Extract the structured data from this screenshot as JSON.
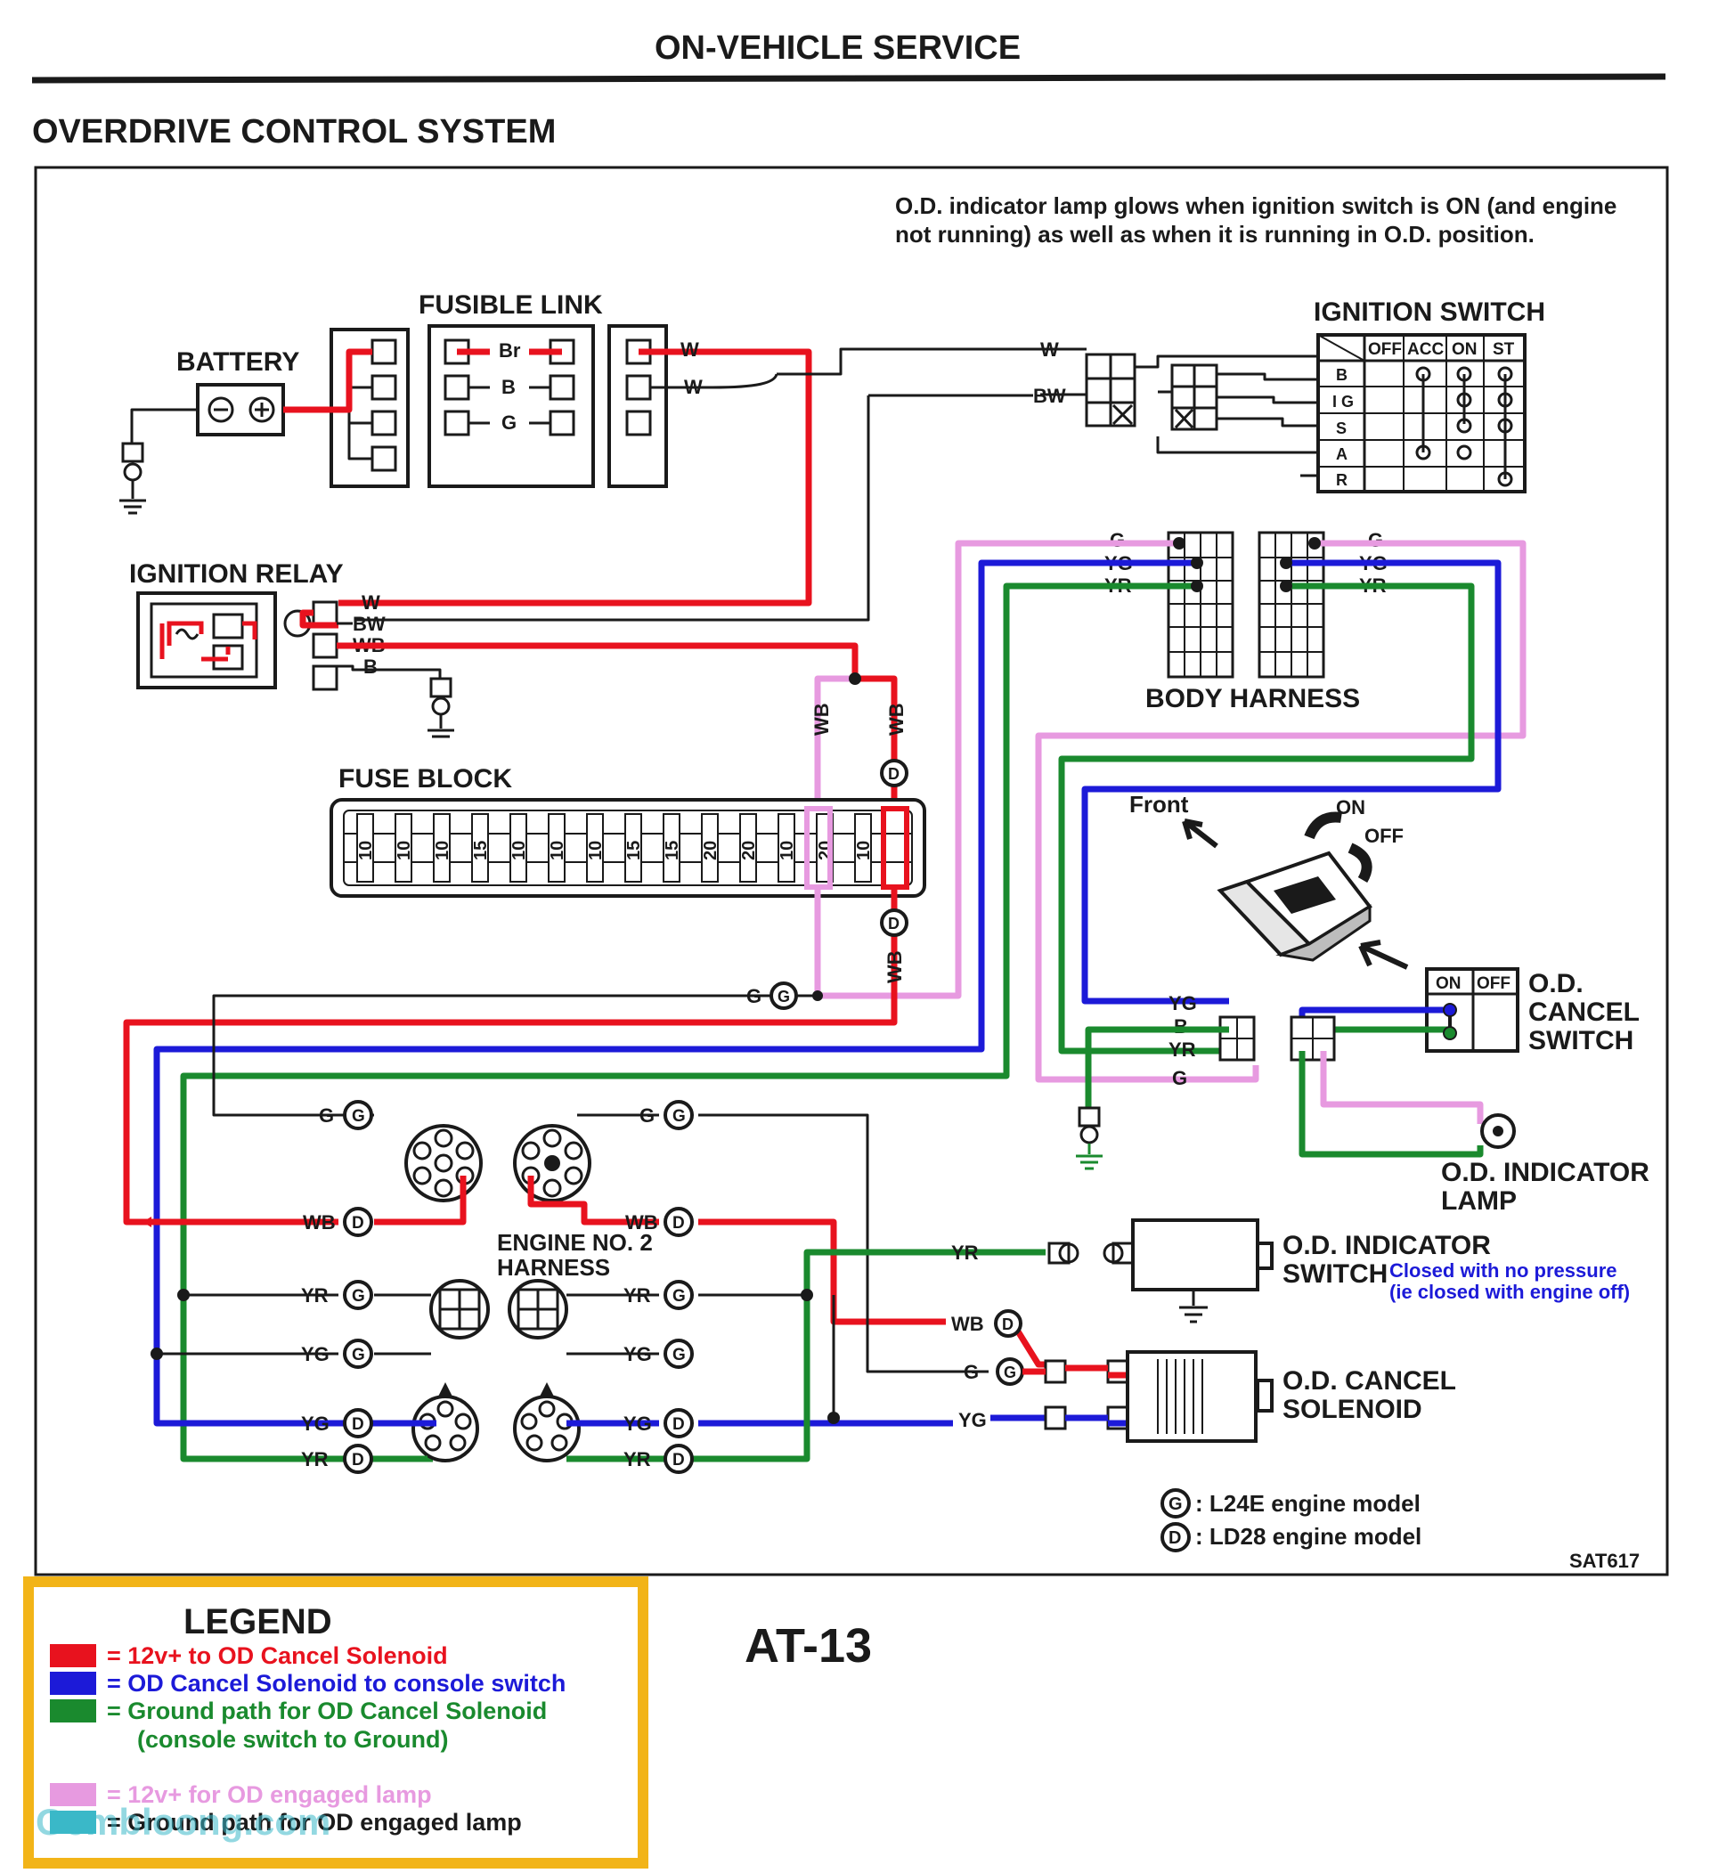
{
  "header": {
    "section": "ON-VEHICLE SERVICE",
    "title": "OVERDRIVE CONTROL SYSTEM"
  },
  "note": {
    "line1": "O.D. indicator lamp glows when ignition switch is ON (and engine",
    "line2": "not running) as well as when it is running in O.D. position."
  },
  "components": {
    "battery": "BATTERY",
    "fusible_link": "FUSIBLE LINK",
    "ignition_switch": "IGNITION SWITCH",
    "ignition_relay": "IGNITION RELAY",
    "body_harness": "BODY HARNESS",
    "fuse_block": "FUSE BLOCK",
    "engine_harness_1": "ENGINE NO. 2",
    "engine_harness_2": "HARNESS",
    "od_cancel_switch_1": "O.D.",
    "od_cancel_switch_2": "CANCEL",
    "od_cancel_switch_3": "SWITCH",
    "od_indicator_lamp_1": "O.D. INDICATOR",
    "od_indicator_lamp_2": "LAMP",
    "od_indicator_switch_1": "O.D. INDICATOR",
    "od_indicator_switch_2": "SWITCH",
    "od_cancel_solenoid_1": "O.D. CANCEL",
    "od_cancel_solenoid_2": "SOLENOID"
  },
  "annotations": {
    "pressure_1": "Closed with no pressure",
    "pressure_2": "(ie closed with engine off)",
    "front": "Front",
    "on": "ON",
    "off": "OFF"
  },
  "ignition_switch_table": {
    "columns": [
      "OFF",
      "ACC",
      "ON",
      "ST"
    ],
    "rows": [
      "B",
      "I G",
      "S",
      "A",
      "R"
    ]
  },
  "cancel_switch_table": {
    "columns": [
      "ON",
      "OFF"
    ]
  },
  "fuse_ratings": [
    "10",
    "10",
    "10",
    "15",
    "10",
    "10",
    "10",
    "15",
    "15",
    "20",
    "20",
    "10",
    "20",
    "10"
  ],
  "fusible_link_labels": [
    "Br",
    "B",
    "G"
  ],
  "wire_codes": {
    "W": "W",
    "BW": "BW",
    "WB": "WB",
    "B": "B",
    "G": "G",
    "YG": "YG",
    "YR": "YR"
  },
  "model_key": {
    "g_symbol": "G",
    "g_text": ": L24E engine model",
    "d_symbol": "D",
    "d_text": ": LD28 engine model"
  },
  "figure_code": "SAT617",
  "page_code": "AT-13",
  "legend": {
    "title": "LEGEND",
    "items": [
      {
        "color": "#e8121e",
        "text": "= 12v+ to OD Cancel Solenoid"
      },
      {
        "color": "#1c1ad8",
        "text": "= OD Cancel Solenoid to console switch"
      },
      {
        "color": "#1a8a2e",
        "text": "= Ground path for OD Cancel Solenoid"
      },
      {
        "color": "",
        "text": "(console switch to Ground)"
      },
      {
        "color": "#e79ae0",
        "text": "= 12v+ for OD engaged lamp"
      },
      {
        "color": "#3ab8c8",
        "text": "= Ground path for OD engaged lamp"
      }
    ]
  },
  "watermark": "Gembloong.com",
  "colors": {
    "red": "#e8121e",
    "blue": "#1c1ad8",
    "green": "#1a8a2e",
    "pink": "#e79ae0",
    "legend_border": "#f2b418"
  }
}
